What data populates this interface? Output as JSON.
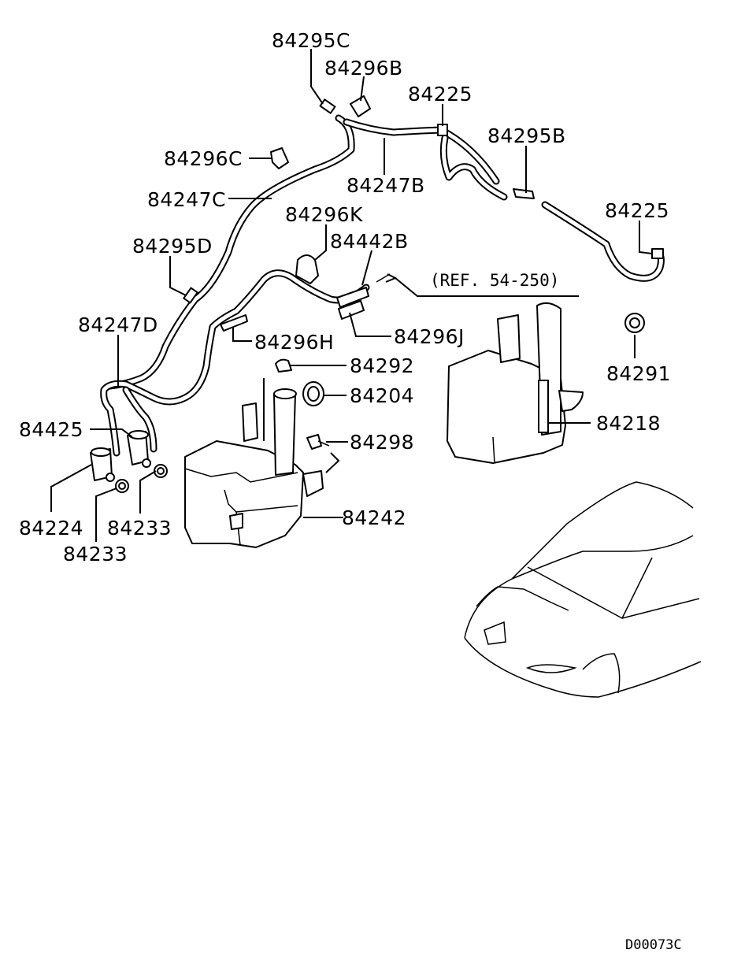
{
  "diagram": {
    "ref_note": "(REF. 54-250)",
    "drawing_code": "D00073C",
    "labels": {
      "p84295C": "84295C",
      "p84296B": "84296B",
      "p84225_top": "84225",
      "p84295B": "84295B",
      "p84296C": "84296C",
      "p84247B": "84247B",
      "p84247C": "84247C",
      "p84225_right": "84225",
      "p84296K": "84296K",
      "p84442B": "84442B",
      "p84295D": "84295D",
      "p84247D": "84247D",
      "p84296H": "84296H",
      "p84296J": "84296J",
      "p84291": "84291",
      "p84292": "84292",
      "p84204": "84204",
      "p84218": "84218",
      "p84425": "84425",
      "p84298": "84298",
      "p84242": "84242",
      "p84224": "84224",
      "p84233_right": "84233",
      "p84233_left": "84233"
    }
  }
}
